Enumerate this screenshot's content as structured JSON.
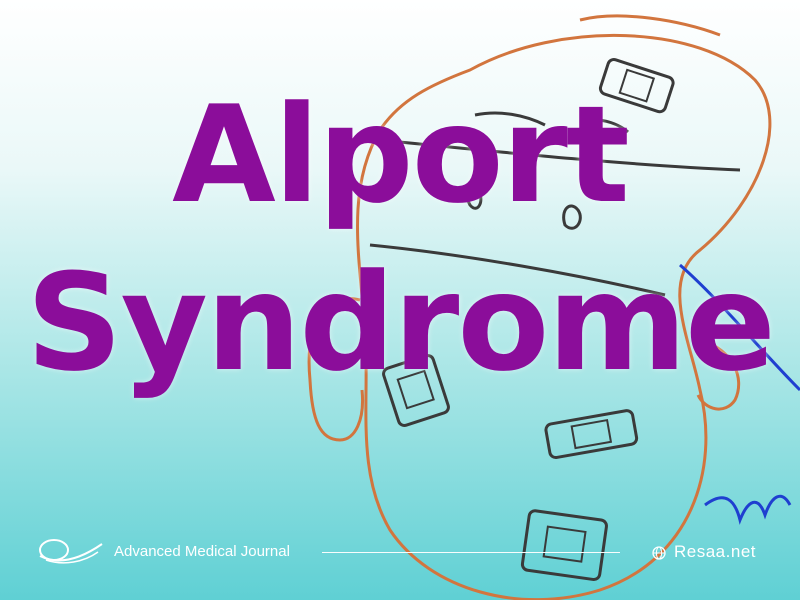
{
  "title": {
    "line1": "Alport",
    "line2": "Syndrome"
  },
  "footer": {
    "brand_name": "Advanced Medical Journal",
    "brand_logo_icon": "wave-logo-icon",
    "website_icon": "globe-icon",
    "website": "Resaa.net"
  },
  "colors": {
    "title": "#8b0d9a",
    "kidney_outline": "#d2753e",
    "ureter": "#1f3fd0",
    "ink": "#3a3a3a",
    "background_top": "#ffffff",
    "background_bottom": "#5fd0d4"
  }
}
